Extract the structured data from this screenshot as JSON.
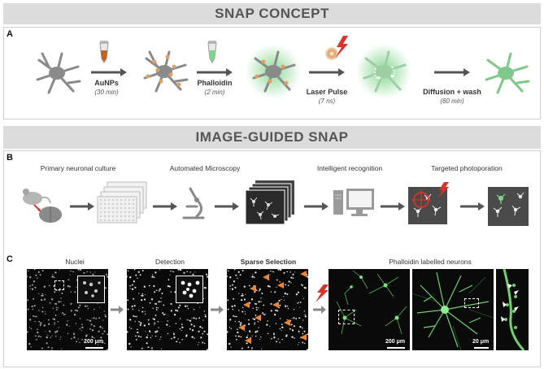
{
  "panel_a": {
    "banner": "SNAP CONCEPT",
    "label": "A",
    "steps": [
      {
        "title": "AuNPs",
        "time": "(30 min)"
      },
      {
        "title": "Phalloidin",
        "time": "(2 min)"
      },
      {
        "title": "Laser Pulse",
        "time": "(7 ns)"
      },
      {
        "title": "Diffusion + wash",
        "time": "(60 min)"
      }
    ]
  },
  "panel_b": {
    "banner": "IMAGE-GUIDED SNAP",
    "label": "B",
    "steps": [
      "Primary neuronal culture",
      "Automated Microscopy",
      "Intelligent recognition",
      "Targeted photoporation"
    ]
  },
  "panel_c": {
    "label": "C",
    "titles": [
      "Nuclei",
      "Detection",
      "Sparse Selection",
      "Phalloidin labelled neurons"
    ],
    "scale_bars": [
      "200 μm",
      "200 μm",
      "20 μm"
    ]
  },
  "colors": {
    "banner_bg": "#dcdcdc",
    "neuron_gray": "#8a8a8a",
    "gold_np": "#e0a060",
    "green_fluor": "#7fd48a",
    "laser_red": "#d9342b",
    "selection_orange": "#e8863a"
  }
}
